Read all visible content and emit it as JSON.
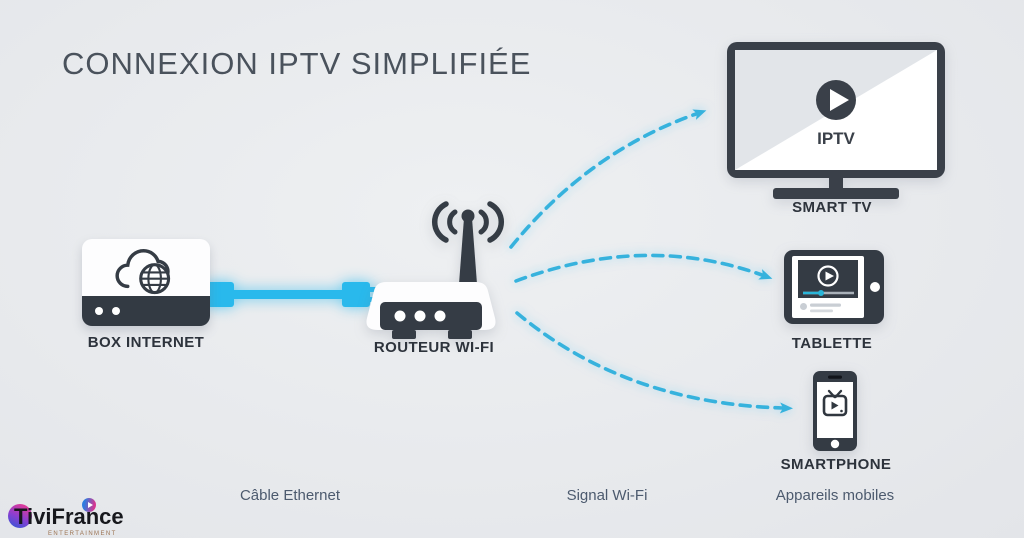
{
  "title": "CONNEXION IPTV SIMPLIFIÉE",
  "nodes": {
    "box_internet": {
      "label": "BOX INTERNET"
    },
    "router": {
      "label": "ROUTEUR WI-FI"
    },
    "smart_tv": {
      "label": "SMART TV",
      "screen_text": "IPTV"
    },
    "tablet": {
      "label": "TABLETTE"
    },
    "smartphone": {
      "label": "SMARTPHONE"
    }
  },
  "captions": {
    "ethernet": "Câble Ethernet",
    "wifi": "Signal Wi-Fi",
    "mobiles": "Appareils mobiles"
  },
  "logo": {
    "brand": "TiviFrance",
    "tagline": "ENTERTAINMENT"
  },
  "icons": {
    "box": "cloud-globe-icon",
    "router": "wifi-antenna-icon",
    "tv": "play-circle-icon",
    "tablet": "video-player-icon",
    "phone": "tv-app-icon"
  },
  "colors": {
    "background": "#e8eaed",
    "device_dark": "#353c45",
    "cable_cyan": "#29b9ec",
    "arrow_cyan": "#36b2dd",
    "caption_text": "#4c5a6e"
  }
}
